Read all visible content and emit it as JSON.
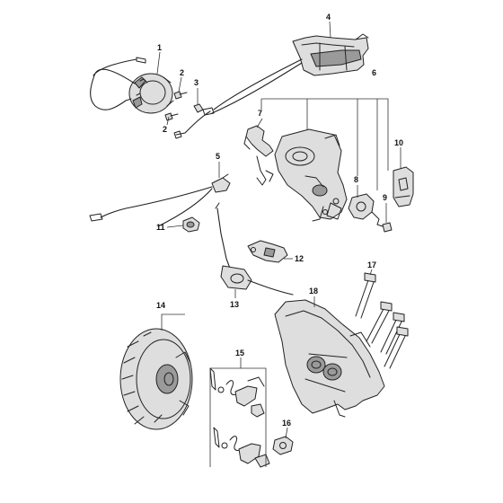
{
  "callouts": {
    "c1": "1",
    "c2a": "2",
    "c2b": "2",
    "c3": "3",
    "c4": "4",
    "c5": "5",
    "c6": "6",
    "c7": "7",
    "c8": "8",
    "c9": "9",
    "c10": "10",
    "c11": "11",
    "c12": "12",
    "c13": "13",
    "c14": "14",
    "c15": "15",
    "c16": "16",
    "c17": "17",
    "c18": "18"
  }
}
